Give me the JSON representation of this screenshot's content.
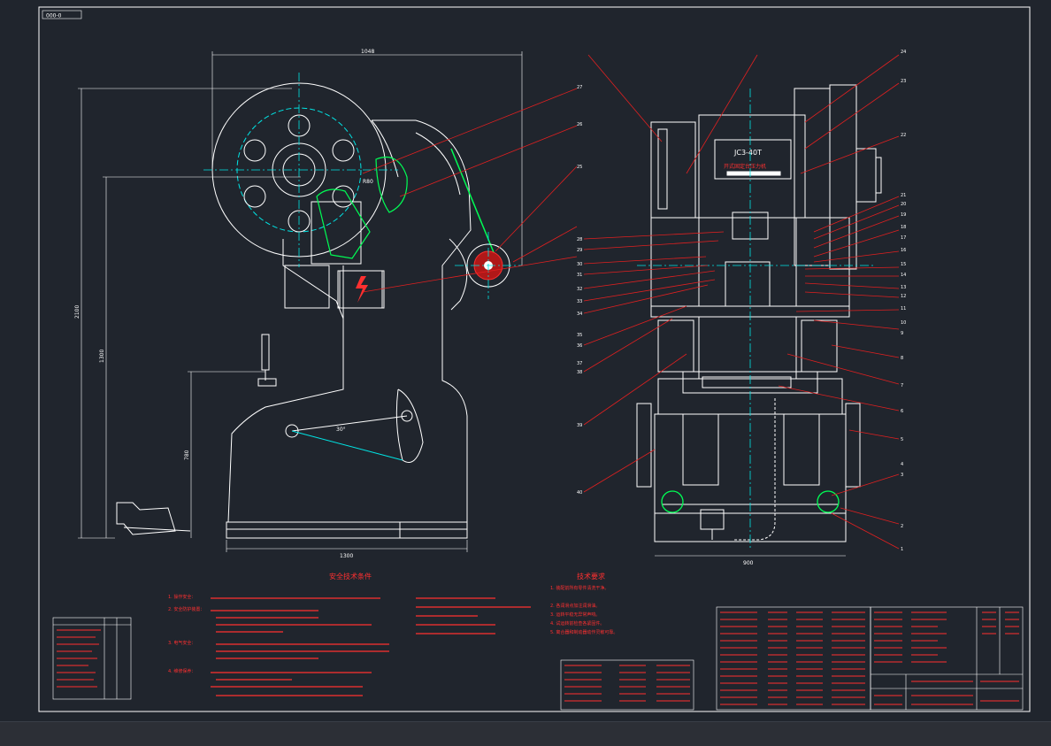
{
  "drawing": {
    "frame_tag": "000-0",
    "model_label": "JC3-40T",
    "machine_label": "开式固定台压力机",
    "titles": {
      "left_notes": "安全技术条件",
      "right_notes": "技术要求"
    },
    "dimensions": {
      "top_width": "1048",
      "total_height": "2100",
      "mid_height": "1300",
      "low_height": "780",
      "base_width": "1300",
      "right_base_width": "900",
      "angle": "30°",
      "radius": "R80"
    },
    "balloons_right_side": [
      "24",
      "23",
      "22",
      "21",
      "20",
      "19",
      "18",
      "17",
      "16",
      "15",
      "14",
      "13",
      "12",
      "11",
      "10",
      "9",
      "8",
      "7",
      "6",
      "5",
      "4",
      "3",
      "2",
      "1"
    ],
    "balloons_left_side": [
      "28",
      "29",
      "30",
      "31",
      "32",
      "33",
      "34",
      "35",
      "36",
      "37",
      "38",
      "39",
      "40"
    ],
    "balloons_top": [
      "27",
      "26",
      "25"
    ],
    "left_notes_items": [
      "1. 操作安全：",
      "2. 安全防护装置：",
      "3. 电气安全：",
      "4. 维修保养："
    ],
    "right_notes_items": [
      "1. 装配前所有零件清洗干净。",
      "2. 各润滑点加注润滑油。",
      "3. 运转平稳无异常声响。",
      "4. 试运转前检查各紧固件。",
      "5. 离合器和制动器动作灵敏可靠。"
    ],
    "colors": {
      "line": "#ffffff",
      "center": "#00e5e5",
      "leader": "#ff2a2a",
      "highlight": "#00ff55",
      "background": "#20252d"
    }
  }
}
